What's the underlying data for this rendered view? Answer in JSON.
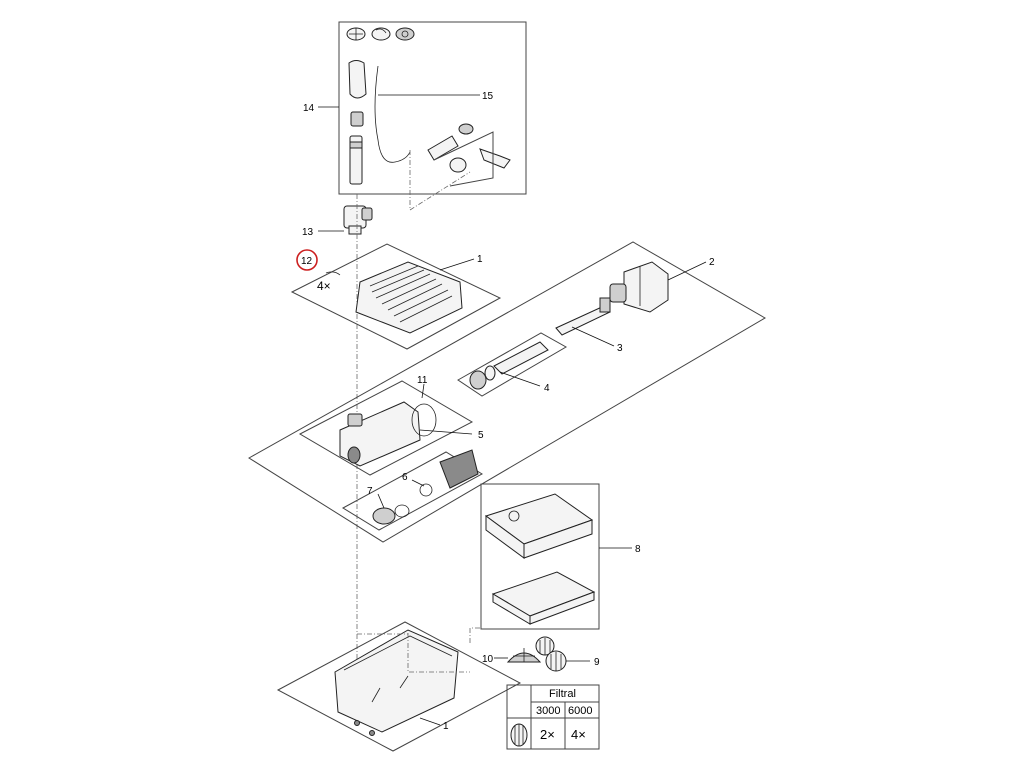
{
  "callouts": {
    "c14": "14",
    "c15": "15",
    "c13": "13",
    "c12": "12",
    "c1a": "1",
    "c2": "2",
    "c3": "3",
    "c11": "11",
    "c4": "4",
    "c5": "5",
    "c6": "6",
    "c7": "7",
    "c8": "8",
    "c10": "10",
    "c9": "9",
    "c1b": "1"
  },
  "quantity_12": "4×",
  "table": {
    "header": "Filtral",
    "col1": "3000",
    "col2": "6000",
    "val1": "2×",
    "val2": "4×"
  },
  "highlight_color": "#cc1f1f"
}
